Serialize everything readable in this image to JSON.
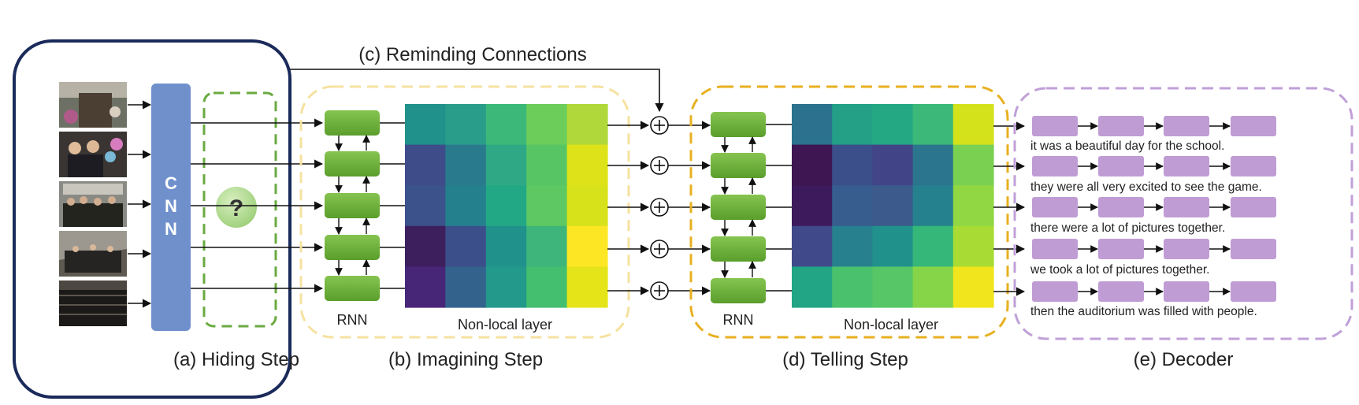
{
  "captions": {
    "reminding": "(c) Reminding Connections",
    "hiding": "(a) Hiding Step",
    "imagining": "(b) Imagining Step",
    "telling": "(d) Telling Step",
    "decoder": "(e) Decoder"
  },
  "labels": {
    "cnn_letters": [
      "C",
      "N",
      "N"
    ],
    "question_mark": "?",
    "rnn_b": "RNN",
    "rnn_d": "RNN",
    "nonlocal_b": "Non-local layer",
    "nonlocal_d": "Non-local layer"
  },
  "sentences": [
    "it was a beautiful day for the school.",
    "they were all very excited to see the game.",
    "there were a lot of pictures together.",
    "we took a lot of pictures together.",
    "then the auditorium was filled with people."
  ],
  "colors": {
    "hiding_frame": "#1a2a5a",
    "cnn": "#7090cc",
    "hidden_dash": "#6aaa40",
    "imagining_dash": "#f5e2a0",
    "telling_dash": "#e8b020",
    "decoder_dash": "#c0a0d8",
    "rnn_cell": "#6eb03a",
    "decoder_cell": "#c09cd4"
  },
  "heatmap_b": [
    [
      "#21918c",
      "#2a9d8a",
      "#3cb878",
      "#6ccd5a",
      "#b0d83a"
    ],
    [
      "#3e4c8a",
      "#2a7a8e",
      "#2fa985",
      "#58c565",
      "#dde318"
    ],
    [
      "#3b528b",
      "#25808e",
      "#22a884",
      "#5ec962",
      "#d8e21a"
    ],
    [
      "#3e1f5e",
      "#3b4f8a",
      "#21918c",
      "#3eb57a",
      "#fde725"
    ],
    [
      "#482677",
      "#33638d",
      "#23998b",
      "#44bf70",
      "#e5e419"
    ]
  ],
  "heatmap_d": [
    [
      "#2c728e",
      "#23a086",
      "#24a884",
      "#3cb878",
      "#d4e21c"
    ],
    [
      "#3e1651",
      "#3b4f8a",
      "#414487",
      "#2b758e",
      "#7ad151"
    ],
    [
      "#3d1a5b",
      "#365d8d",
      "#3c5a8c",
      "#26818e",
      "#90d743"
    ],
    [
      "#404a8a",
      "#27808e",
      "#21918c",
      "#35b779",
      "#a8db34"
    ],
    [
      "#21a585",
      "#4ac16d",
      "#56c667",
      "#86d549",
      "#f1e51d"
    ]
  ]
}
